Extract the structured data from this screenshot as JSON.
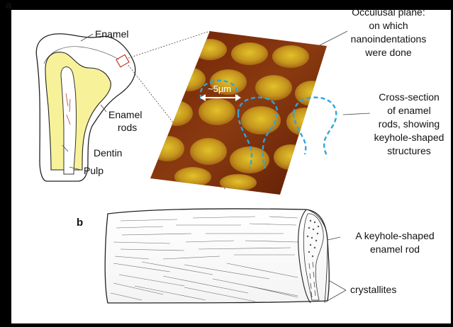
{
  "panel_a": {
    "letter": "a",
    "labels": {
      "enamel": "Enamel",
      "enamel_rods": [
        "Enamel",
        "rods"
      ],
      "dentin": "Dentin",
      "pulp": "Pulp",
      "occlusal": [
        "Occulusal plane:",
        "on which",
        "nanoindentations",
        "were done"
      ],
      "cross_section": [
        "Cross-section",
        "of  enamel",
        "rods, showing",
        "keyhole-shaped",
        "structures"
      ],
      "scale": "~5µm"
    }
  },
  "panel_b": {
    "letter": "b",
    "labels": {
      "keyhole_rod": [
        "A keyhole-shaped",
        "enamel rod"
      ],
      "crystallites": "crystallites"
    }
  },
  "colors": {
    "frame": "#000000",
    "background": "#ffffff",
    "dentin": "#f7f29a",
    "pulp": "#ffffff",
    "afm_dark": "#7a2a0c",
    "afm_light": "#d6b020",
    "keyhole_outline": "#2aa6e0"
  }
}
